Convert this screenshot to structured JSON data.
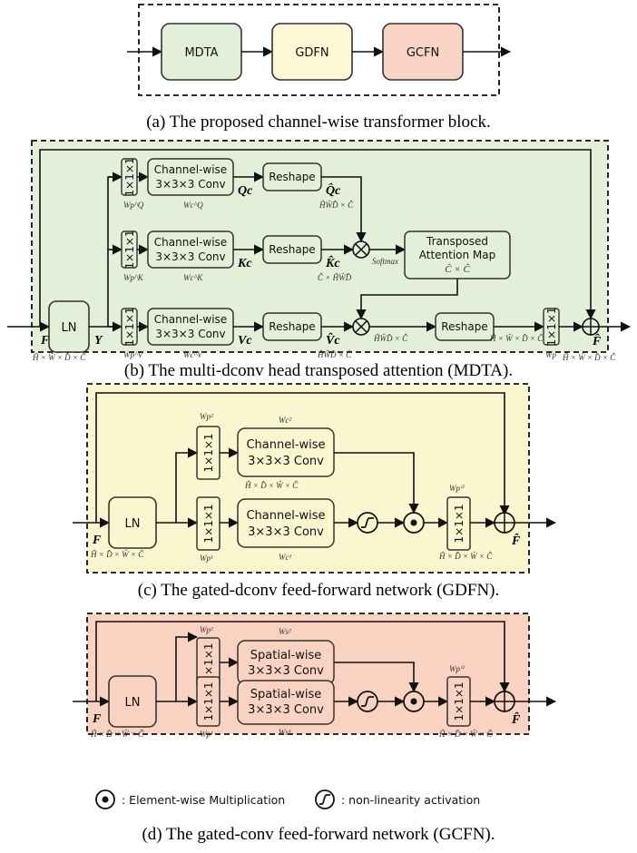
{
  "colors": {
    "mdta_fill": "#e3efd9",
    "gdfn_fill": "#fdf7d3",
    "gcfn_fill": "#f9d3c4",
    "panel_b_bg": "#e3efd9",
    "panel_c_bg": "#fbf6d0",
    "panel_d_bg": "#f9d2c2"
  },
  "panel_a": {
    "mdta": "MDTA",
    "gdfn": "GDFN",
    "gcfn": "GCFN",
    "caption": "(a) The proposed channel-wise transformer block."
  },
  "panel_b": {
    "caption": "(b) The multi-dconv head transposed attention (MDTA).",
    "ln": "LN",
    "conv1": "1×1×1",
    "cw_line1": "Channel-wise",
    "cw_line2": "3×3×3 Conv",
    "reshape": "Reshape",
    "tam_line1": "Transposed",
    "tam_line2": "Attention Map",
    "tam_line3": "Ĉ × Ĉ",
    "softmax": "Softmax",
    "F": "F",
    "Y": "Y",
    "Qc": "Qc",
    "Kc": "Kc",
    "Vc": "Vc",
    "Qhat": "Q̂c",
    "Khat": "K̂c",
    "Vhat": "V̂c",
    "Fhat": "F̂",
    "wpq": "Wp^Q",
    "wcq": "Wc^Q",
    "wpk": "Wp^K",
    "wck": "Wc^K",
    "wpv": "Wp^V",
    "wcv": "Wc^V",
    "wp": "Wp",
    "dim_in": "Ĥ × Ŵ × D̂ × Ĉ",
    "dim_q": "ĤŴD̂ × Ĉ",
    "dim_k": "Ĉ × ĤŴD̂",
    "dim_v": "ĤŴD̂ × Ĉ",
    "dim_mul": "ĤŴD̂ × Ĉ",
    "dim_reshape": "Ĥ × Ŵ × D̂ × Ĉ",
    "dim_out": "Ĥ × Ŵ × D̂ × Ĉ"
  },
  "panel_c": {
    "caption": "(c) The gated-dconv feed-forward network (GDFN).",
    "ln": "LN",
    "conv1": "1×1×1",
    "cw_line1": "Channel-wise",
    "cw_line2": "3×3×3 Conv",
    "F": "F",
    "Fhat": "F̂",
    "wp2": "Wp²",
    "wc2": "Wc²",
    "wp1": "Wp¹",
    "wc1": "Wc¹",
    "wp0": "Wp⁰",
    "dim": "Ĥ × D̂ × Ŵ × Ĉ"
  },
  "panel_d": {
    "caption": "(d) The gated-conv feed-forward network (GCFN).",
    "ln": "LN",
    "conv1": "1×1×1",
    "sw_line1": "Spatial-wise",
    "sw_line2": "3×3×3 Conv",
    "F": "F",
    "Fhat": "F̂",
    "wp2": "Wp²",
    "ws2": "Ws²",
    "wp1": "Wp¹",
    "ws1": "Ws¹",
    "wp0": "Wp⁰",
    "dim": "Ĥ × D̂ × Ŵ × Ĉ"
  },
  "legend": {
    "elementwise": ": Element-wise  Multiplication",
    "nonlinear": ": non-linearity activation"
  }
}
